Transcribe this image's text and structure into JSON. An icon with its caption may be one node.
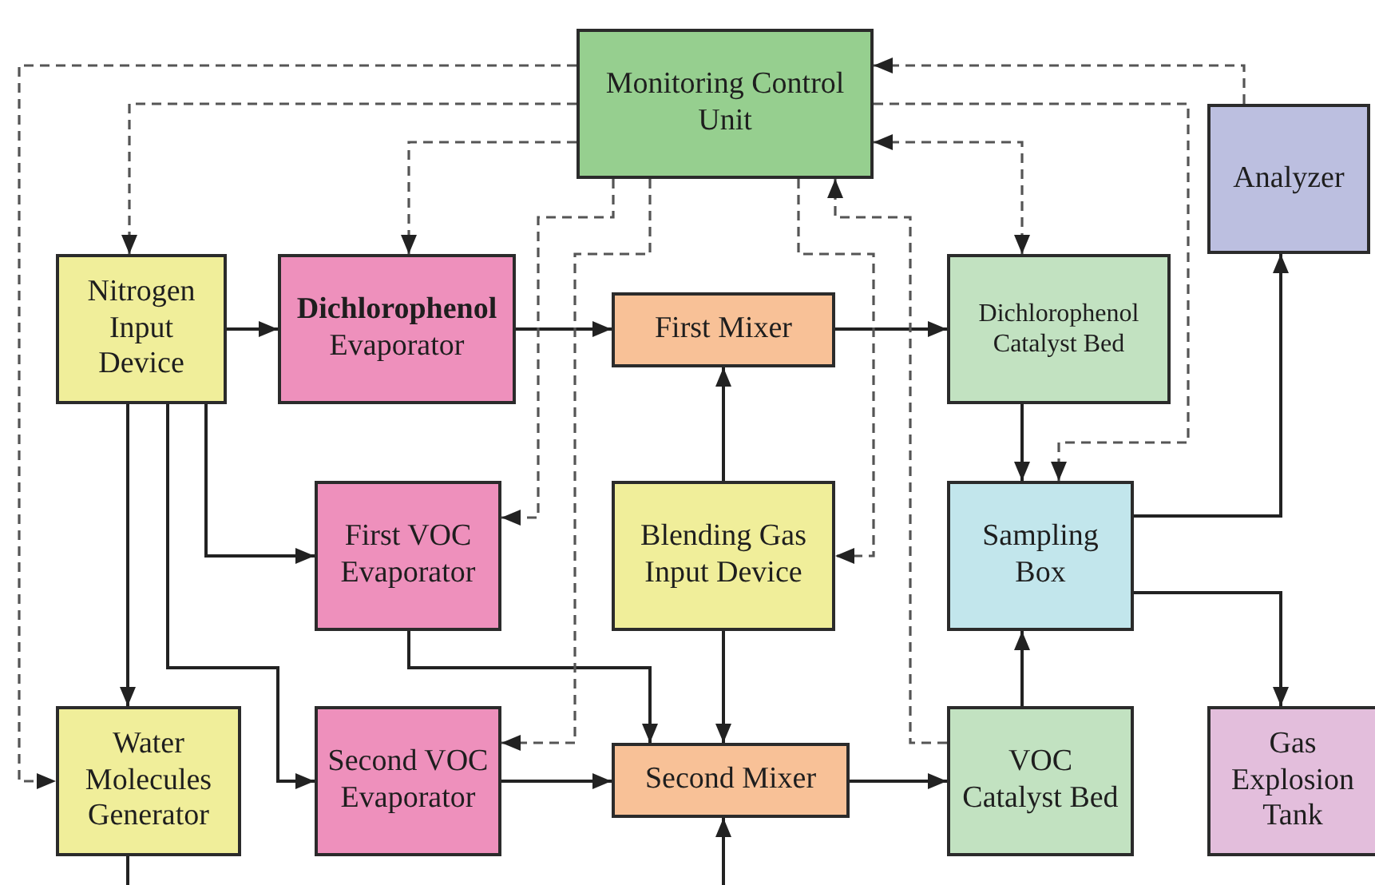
{
  "diagram": {
    "nodes": [
      {
        "text": [
          "Monitoring Control Unit"
        ]
      },
      {
        "text": [
          "Analyzer"
        ]
      },
      {
        "text": [
          "Nitrogen Input Device"
        ]
      },
      {
        "text": [
          "**Dichlorophenol** Evaporator"
        ]
      },
      {
        "text": [
          "First Mixer"
        ]
      },
      {
        "text": [
          "Dichlorophenol Catalyst Bed"
        ]
      },
      {
        "text": [
          "First VOC Evaporator"
        ]
      },
      {
        "text": [
          "Blending Gas Input Device"
        ]
      },
      {
        "text": [
          "Sampling Box"
        ]
      },
      {
        "text": [
          "Water Molecules Generator"
        ]
      },
      {
        "text": [
          "Second VOC Evaporator"
        ]
      },
      {
        "text": [
          "Second Mixer"
        ]
      },
      {
        "text": [
          "VOC Catalyst Bed"
        ]
      },
      {
        "text": [
          "Gas Explosion Tank"
        ]
      }
    ],
    "edges": [
      {
        "from": 2,
        "to": 3,
        "arrow": "to"
      },
      {
        "from": 3,
        "to": 4,
        "arrow": "to"
      },
      {
        "from": 4,
        "to": 5,
        "arrow": "to"
      },
      {
        "from": 7,
        "to": 4,
        "arrow": "to"
      },
      {
        "from": 5,
        "to": 8,
        "arrow": "to"
      },
      {
        "from": 2,
        "to": 6,
        "arrow": "to"
      },
      {
        "from": 2,
        "to": 9,
        "arrow": "to"
      },
      {
        "from": 2,
        "to": 10,
        "arrow": "to"
      },
      {
        "from": 6,
        "to": 11,
        "arrow": "to"
      },
      {
        "from": 7,
        "to": 11,
        "arrow": "to"
      },
      {
        "from": 10,
        "to": 11,
        "arrow": "to"
      },
      {
        "from": 11,
        "to": 12,
        "arrow": "to"
      },
      {
        "from": 12,
        "to": 8,
        "arrow": "to"
      },
      {
        "from": 8,
        "to": 1,
        "arrow": "to"
      },
      {
        "from": 8,
        "to": 13,
        "arrow": "to"
      },
      {
        "from": 9,
        "to": null,
        "arrow": "none"
      },
      {
        "from": null,
        "to": 11,
        "arrow": "to"
      },
      {
        "from": 0,
        "to": 9,
        "arrow": "to",
        "style": "dashed"
      },
      {
        "from": 0,
        "to": 2,
        "arrow": "to",
        "style": "dashed"
      },
      {
        "from": 0,
        "to": 3,
        "arrow": "to",
        "style": "dashed"
      },
      {
        "from": 0,
        "to": 6,
        "arrow": "to",
        "style": "dashed"
      },
      {
        "from": 0,
        "to": 10,
        "arrow": "to",
        "style": "dashed"
      },
      {
        "from": 0,
        "to": 7,
        "arrow": "to",
        "style": "dashed"
      },
      {
        "from": 12,
        "to": 0,
        "arrow": "to",
        "style": "dashed"
      },
      {
        "from": 0,
        "to": 5,
        "arrow": "both",
        "style": "dashed"
      },
      {
        "from": 0,
        "to": 8,
        "arrow": "to",
        "style": "dashed"
      },
      {
        "from": 1,
        "to": 0,
        "arrow": "to",
        "style": "dashed"
      }
    ]
  }
}
